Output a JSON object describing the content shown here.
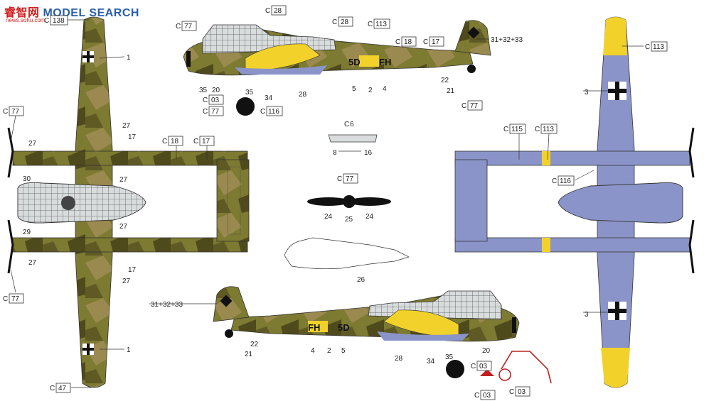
{
  "watermark": {
    "brand_cn": "睿智网",
    "brand_en": "MODEL SEARCH",
    "url": "news.sohu.com"
  },
  "colors": {
    "olive": "#7d7a32",
    "tan": "#9a8a50",
    "dark_olive": "#4f4a1c",
    "rlm_blue": "#8a94c8",
    "yellow": "#f2d22a",
    "canopy": "#d8dcdc",
    "black": "#111111"
  },
  "callouts": {
    "c138": "138",
    "c28a": "28",
    "c28b": "28",
    "c113a": "113",
    "c18a": "18",
    "c17a": "17",
    "c77_nose": "77",
    "c77_tail": "77",
    "c03a": "03",
    "c77_wheel": "77",
    "c116a": "116",
    "c113_top": "113",
    "c77_left1": "77",
    "c18b": "18",
    "c17b": "17",
    "c115": "115",
    "c113b": "113",
    "c116b": "116",
    "c6": "6",
    "c77_prop": "77",
    "c77_left2": "77",
    "c47": "47",
    "c03b": "03",
    "c03c": "03",
    "c03d": "03"
  },
  "numbers": {
    "n1a": "1",
    "n1b": "1",
    "n3a": "3",
    "n3b": "3",
    "n27a": "27",
    "n17a": "17",
    "n27b": "27",
    "n30": "30",
    "n29": "29",
    "n27c": "27",
    "n27d": "27",
    "n27e": "27",
    "n17b": "17",
    "n27f": "27",
    "n35a": "35",
    "n20a": "20",
    "n35b": "35",
    "n34a": "34",
    "n28a": "28",
    "n5a": "5",
    "n2a": "2",
    "n4a": "4",
    "n22a": "22",
    "n21a": "21",
    "n313233a": "31+32+33",
    "n313233b": "31+32+33",
    "n8": "8",
    "n16": "16",
    "n24a": "24",
    "n25": "25",
    "n24b": "24",
    "n26": "26",
    "n22b": "22",
    "n21b": "21",
    "n4b": "4",
    "n2b": "2",
    "n5b": "5",
    "n28b": "28",
    "n34b": "34",
    "n35c": "35",
    "n20b": "20"
  },
  "codes": {
    "top_code": "5D",
    "top_code2": "FH",
    "bot_code": "FH",
    "bot_code2": "5D"
  }
}
